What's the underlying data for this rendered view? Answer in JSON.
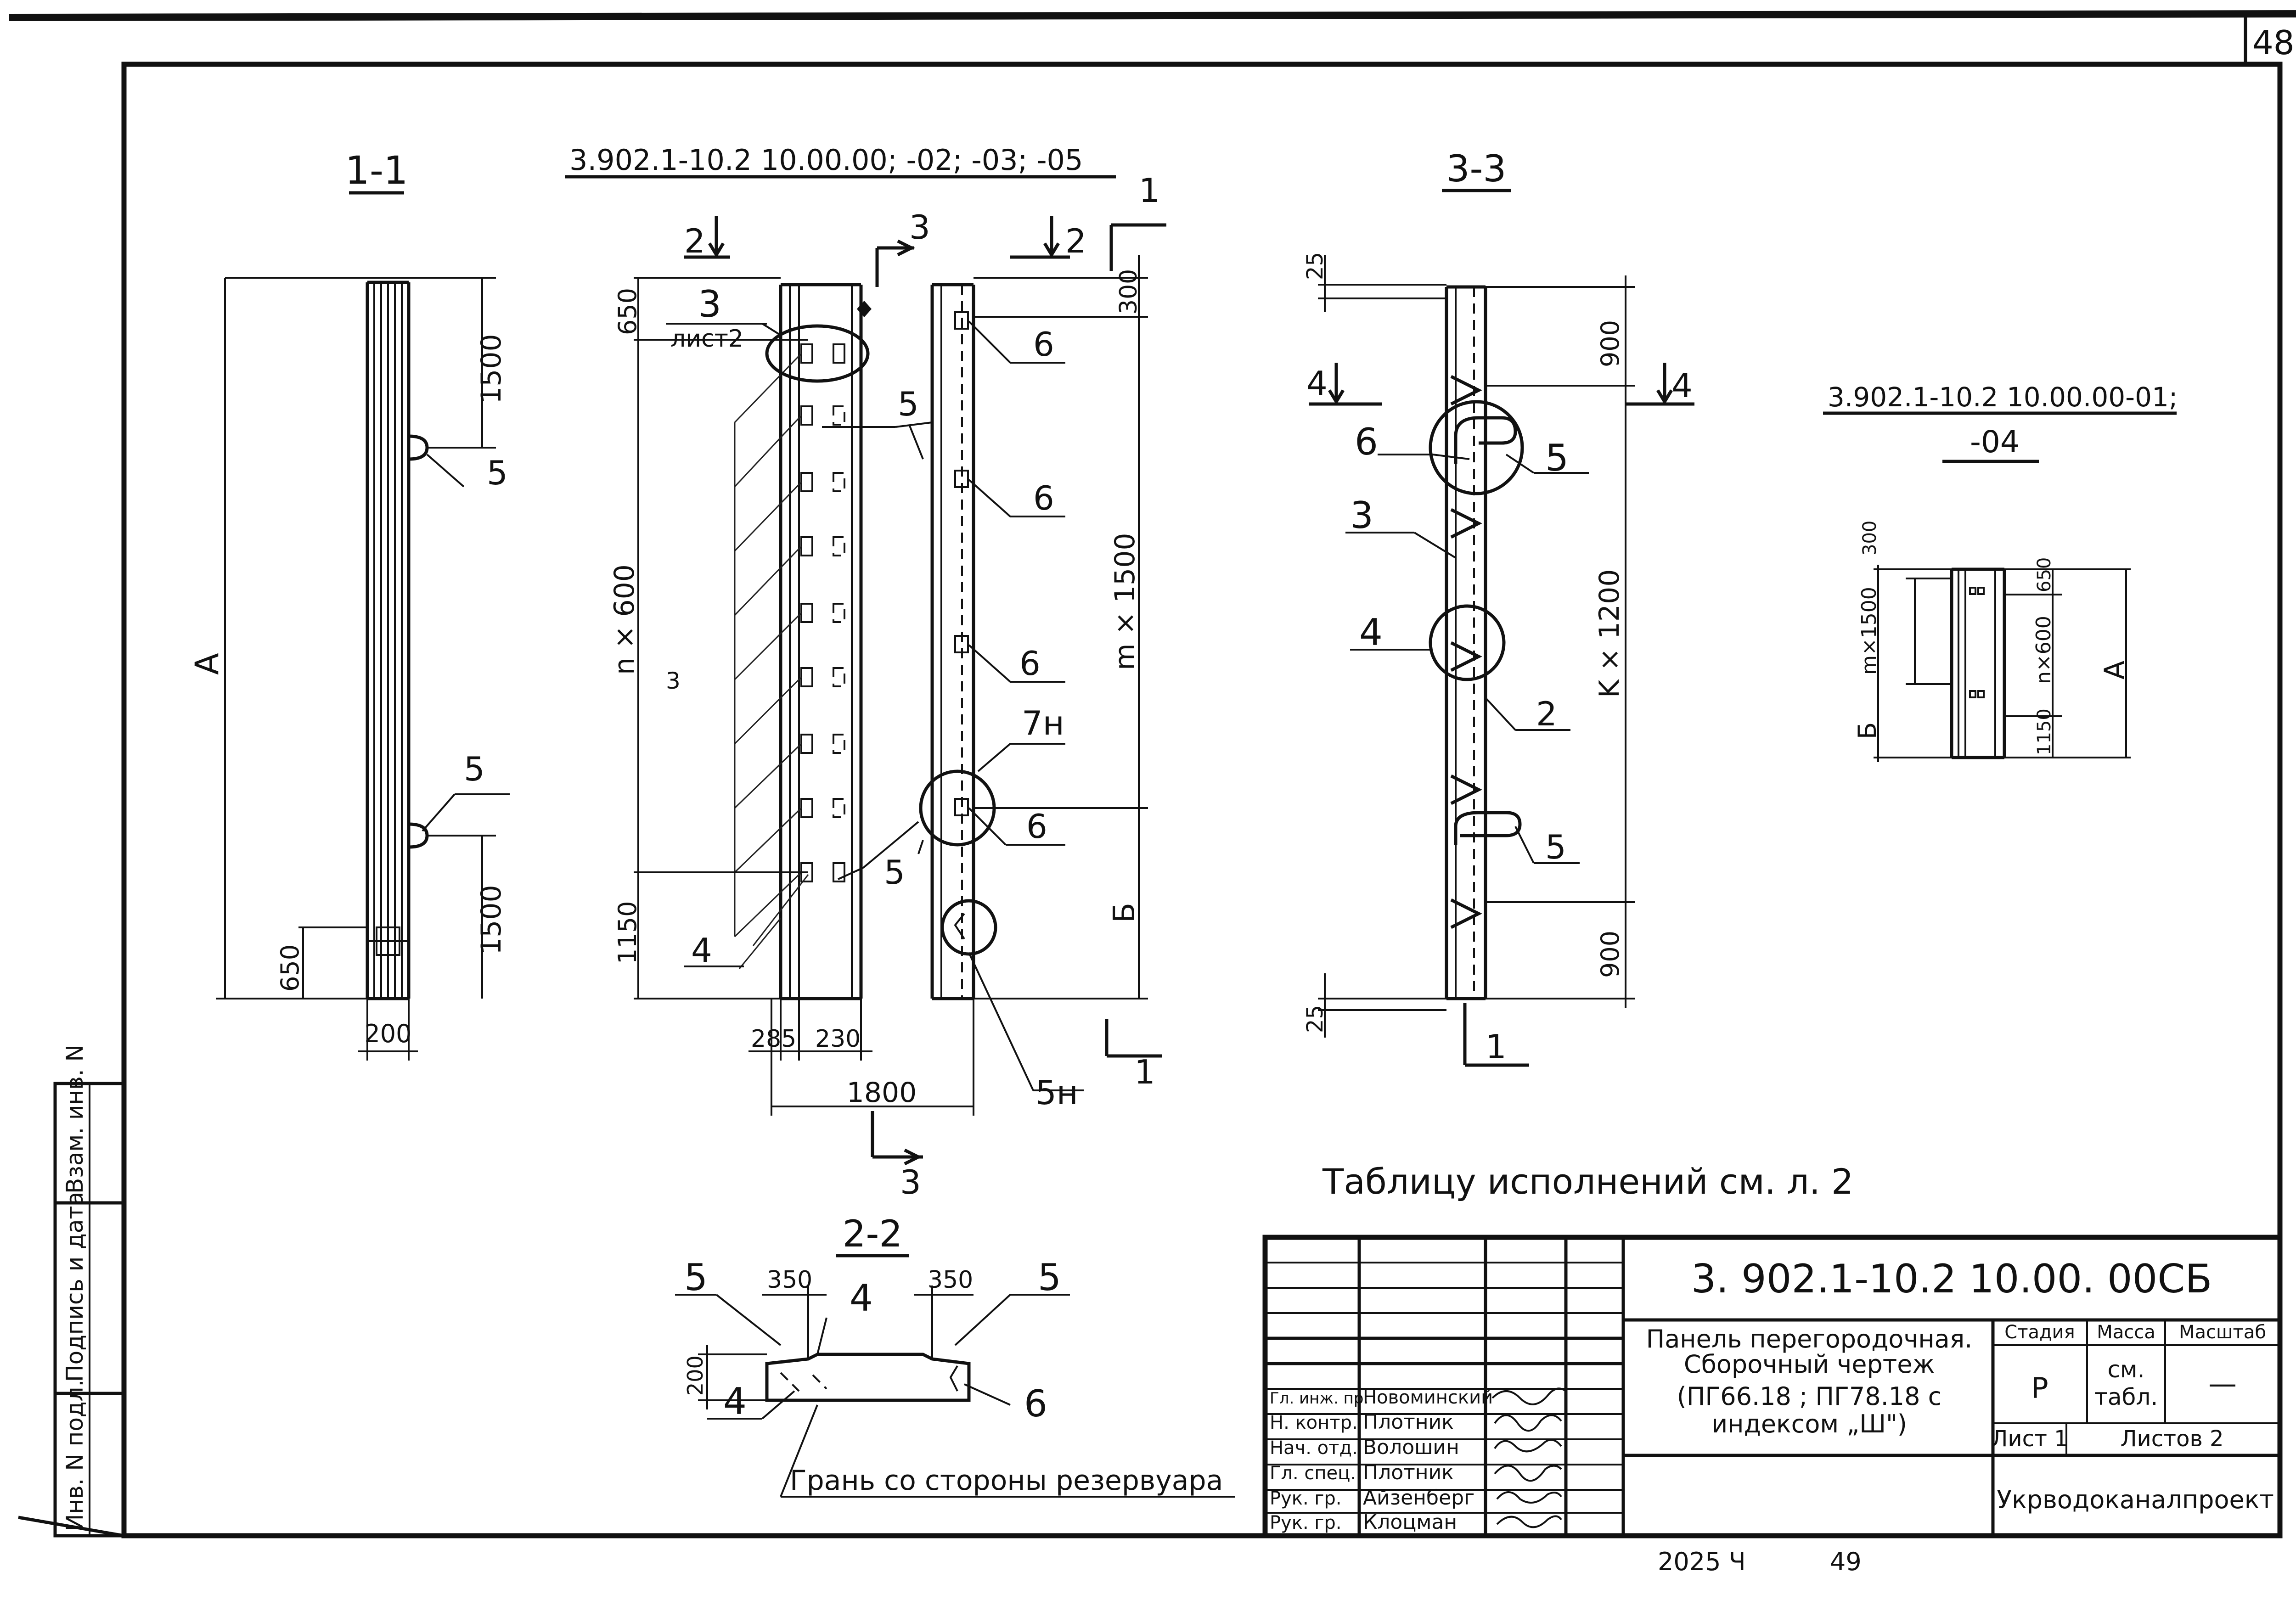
{
  "sheet": {
    "page_number": "48",
    "bottom_note_left": "2025 Ч",
    "bottom_note_right": "49"
  },
  "section_1_1": {
    "title": "1-1",
    "dim_top": "1500",
    "dim_bottom": "1500",
    "dim_650": "650",
    "dim_width": "200",
    "dim_height": "А",
    "callout_upper": "5",
    "callout_lower": "5"
  },
  "elevation": {
    "title": "3.902.1-10.2  10.00.00; -02; -03; -05",
    "cut_2_left": "2",
    "cut_2_right": "2",
    "cut_3_top": "3",
    "cut_3_bottom": "3",
    "cut_1_top": "1",
    "cut_1_bottom": "1",
    "detail_ref_number": "3",
    "detail_ref_sheet": "лист2",
    "dim_650": "650",
    "dim_nx600": "n × 600",
    "dim_1150": "1150",
    "dim_300": "300",
    "dim_mx1500": "m × 1500",
    "dim_B": "Б",
    "dim_285": "285",
    "dim_230": "230",
    "dim_1800": "1800",
    "callouts": [
      "6",
      "6",
      "6",
      "7н",
      "6",
      "5н",
      "5",
      "5",
      "4"
    ],
    "small_3": "3"
  },
  "section_3_3": {
    "title": "3-3",
    "dim_25_top": "25",
    "dim_900_top": "900",
    "dim_kx1200": "K × 1200",
    "dim_900_bottom": "900",
    "dim_25_bottom": "25",
    "cut_4_left": "4",
    "cut_4_right": "4",
    "cut_1": "1",
    "callout_6": "6",
    "callout_5_top": "5",
    "callout_3": "3",
    "callout_4": "4",
    "callout_2": "2",
    "callout_5_bottom": "5"
  },
  "variant_01_04": {
    "title_line1": "3.902.1-10.2  10.00.00-01;",
    "title_line2": "-04",
    "dim_300": "300",
    "dim_mx1500": "m×1500",
    "dim_B": "Б",
    "dim_650": "650",
    "dim_nx600": "n×600",
    "dim_1150": "1150",
    "dim_A": "А"
  },
  "section_2_2": {
    "title": "2-2",
    "callout_5_left": "5",
    "dim_350_left": "350",
    "callout_4_top": "4",
    "dim_350_right": "350",
    "callout_5_right": "5",
    "dim_200": "200",
    "callout_4_bottom": "4",
    "callout_6": "6",
    "face_note": "Грань со стороны резервуара"
  },
  "table_note": "Таблицу   исполнений   см. л. 2",
  "side_strip": {
    "cells": [
      "Взам. инв. N",
      "Подпись и дата",
      "Инв. N подл."
    ]
  },
  "title_block": {
    "doc_code": "3. 902.1-10.2  10.00. 00СБ",
    "name_line1": "Панель перегородочная.",
    "name_line2": "Сборочный чертеж",
    "name_line3": "(ПГ66.18 ;  ПГ78.18  с",
    "name_line4": "индексом „Ш\")",
    "stage_label": "Стадия",
    "mass_label": "Масса",
    "scale_label": "Масштаб",
    "stage_value": "Р",
    "mass_value_1": "см.",
    "mass_value_2": "табл.",
    "scale_value": "—",
    "sheet_label": "Лист 1",
    "sheets_label": "Листов 2",
    "organization": "Укрводоканалпроект",
    "roles": [
      {
        "role": "Гл. инж. пр.",
        "name": "Новоминский"
      },
      {
        "role": "Н. контр.",
        "name": "Плотник"
      },
      {
        "role": "Нач. отд.",
        "name": "Волошин"
      },
      {
        "role": "Гл. спец.",
        "name": "Плотник"
      },
      {
        "role": "Рук. гр.",
        "name": "Айзенберг"
      },
      {
        "role": "Рук. гр.",
        "name": "Клоцман"
      }
    ]
  }
}
